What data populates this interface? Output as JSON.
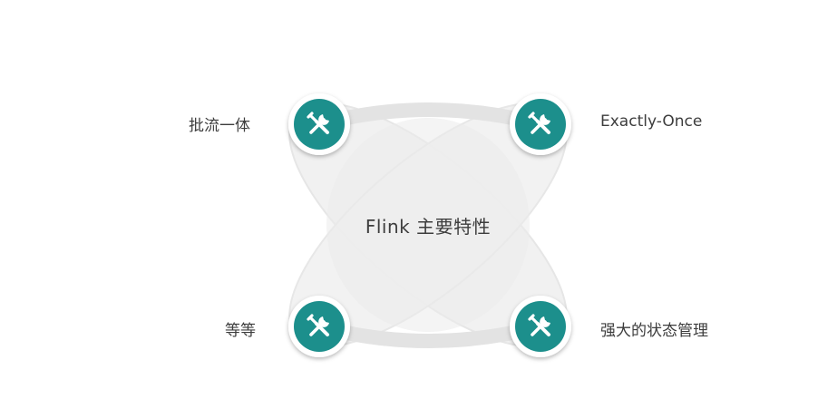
{
  "diagram": {
    "center_title": "Flink 主要特性",
    "features": [
      {
        "label": "批流一体",
        "icon": "tools-icon"
      },
      {
        "label": "Exactly-Once",
        "icon": "tools-icon"
      },
      {
        "label": "等等",
        "icon": "tools-icon"
      },
      {
        "label": "强大的状态管理",
        "icon": "tools-icon"
      }
    ],
    "colors": {
      "node_teal": "#1f8f8c",
      "node_ring": "#ffffff",
      "petal_fill": "#efefef",
      "petal_stroke": "#e4e4e4"
    }
  }
}
